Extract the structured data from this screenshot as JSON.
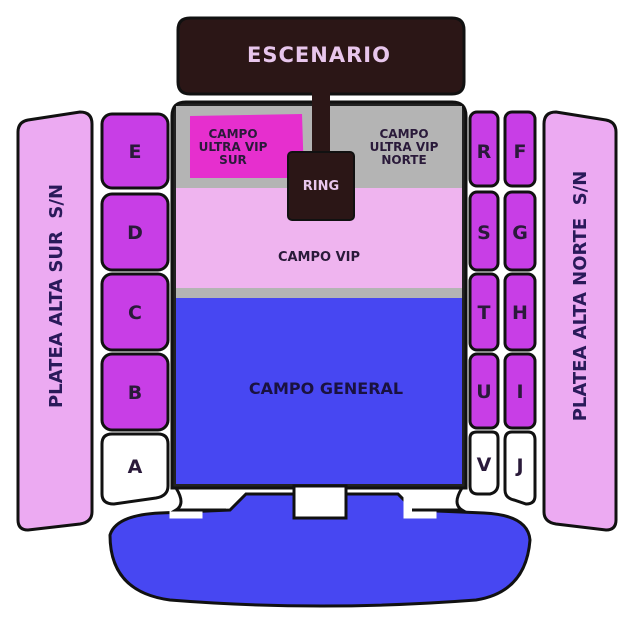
{
  "stage": {
    "label": "ESCENARIO"
  },
  "ring": {
    "label": "RING"
  },
  "campo": {
    "ultra_vip_sur": [
      "CAMPO",
      "ULTRA VIP",
      "SUR"
    ],
    "ultra_vip_norte": [
      "CAMPO",
      "ULTRA VIP",
      "NORTE"
    ],
    "vip": "CAMPO VIP",
    "general": "CAMPO GENERAL"
  },
  "platea_alta": {
    "sur": "PLATEA ALTA SUR  S/N",
    "norte": "PLATEA ALTA NORTE  S/N"
  },
  "sections_left": [
    "E",
    "D",
    "C",
    "B",
    "A"
  ],
  "sections_right_inner": [
    "R",
    "S",
    "T",
    "U",
    "V"
  ],
  "sections_right_outer": [
    "F",
    "G",
    "H",
    "I",
    "J"
  ],
  "colors": {
    "stage": "#2b1616",
    "platea_alta": "#ecaaf2",
    "section": "#c83ee6",
    "section_available": "#ffffff",
    "ultra_vip_sur": "#e62fce",
    "ultra_vip_norte": "#b4b4b4",
    "campo_vip": "#efb4ef",
    "campo_general": "#4747f2",
    "label_dark": "#2a1a3a"
  }
}
